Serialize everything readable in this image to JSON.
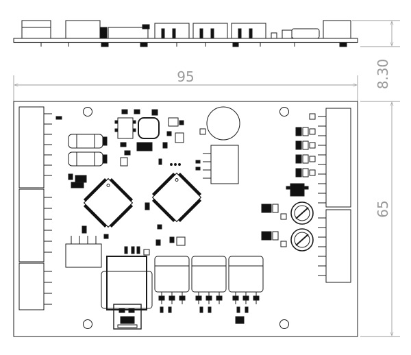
{
  "dimensions": {
    "width_label": "95",
    "height_label": "65",
    "thickness_label": "8.30"
  },
  "colors": {
    "line": "#1a1a1a",
    "dimension": "#9a9a9a",
    "fill": "#111111",
    "background": "#ffffff"
  }
}
